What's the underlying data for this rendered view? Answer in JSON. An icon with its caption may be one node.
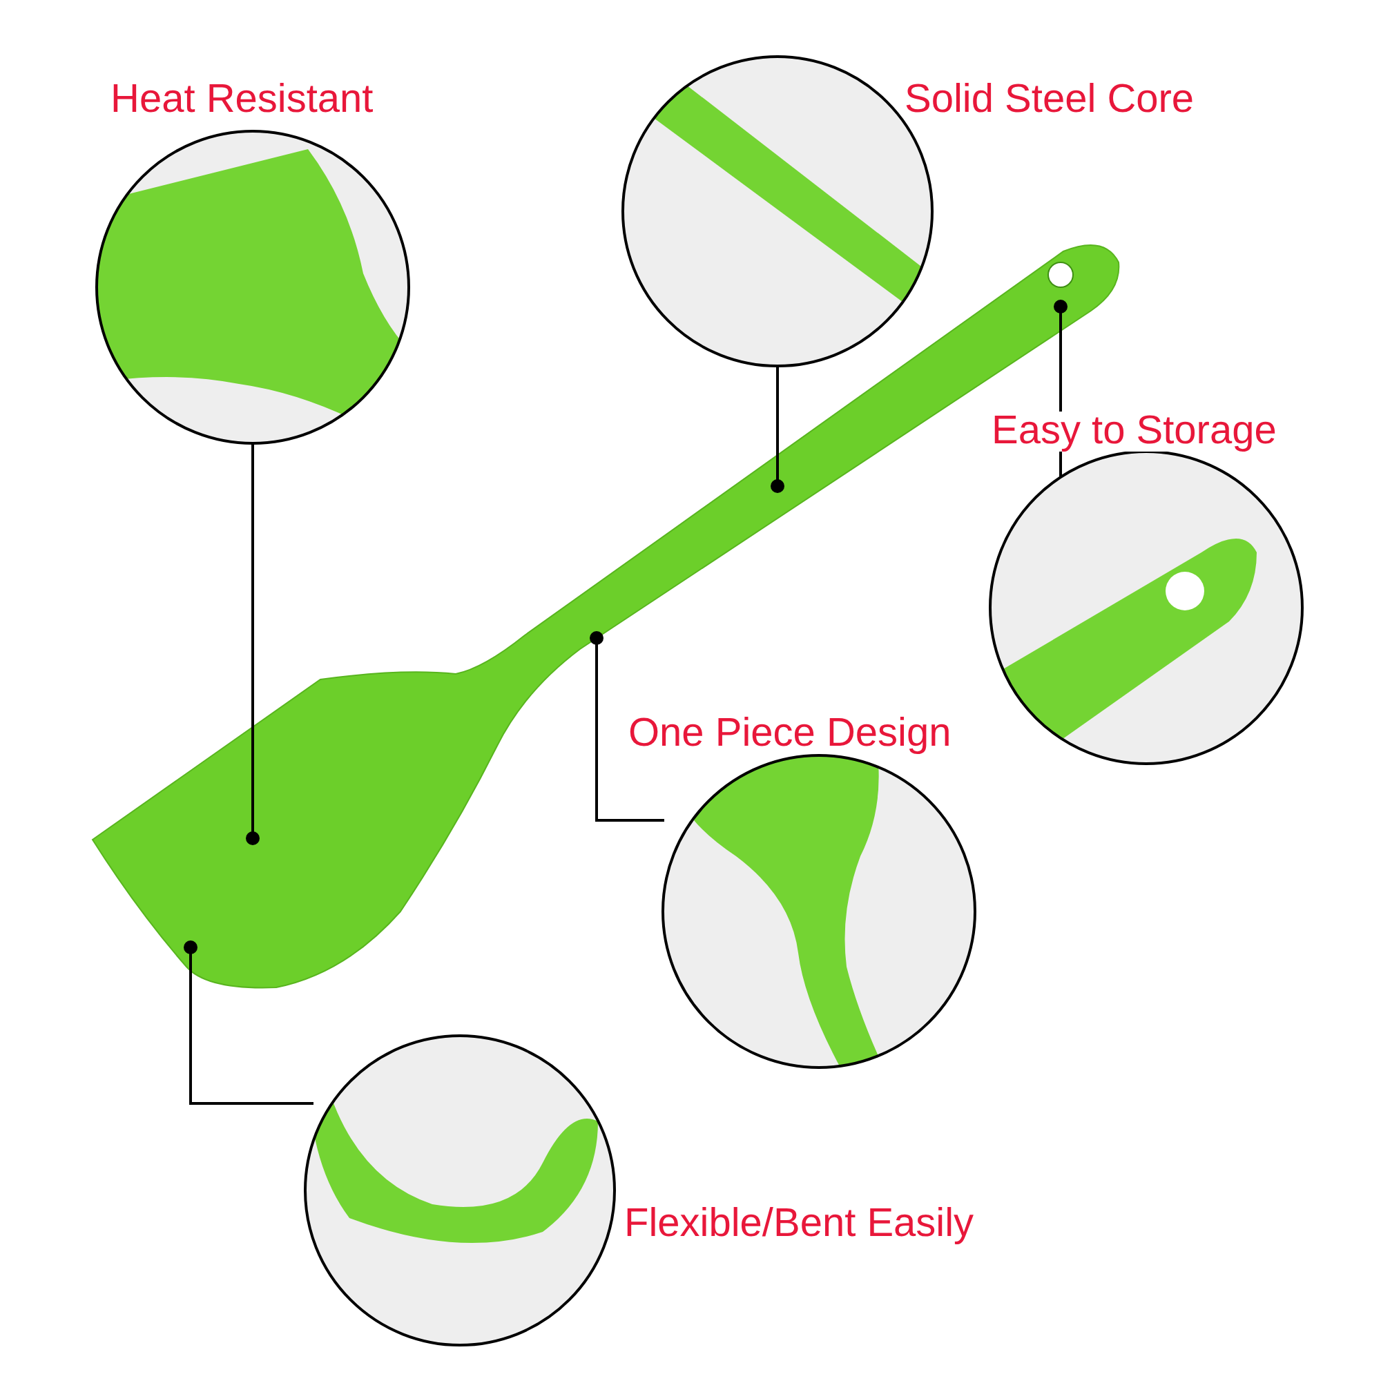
{
  "diagram": {
    "nodes": [
      {
        "text": [],
        "shape": "picture"
      },
      {
        "text": [
          "Heat Resistant"
        ]
      },
      {
        "text": [
          "Solid Steel Core"
        ]
      },
      {
        "text": [
          "Easy to Storage"
        ]
      },
      {
        "text": [
          "One Piece Design"
        ]
      },
      {
        "text": [
          "Flexible/Bent Easily"
        ]
      }
    ],
    "edges": [
      {
        "from": 1,
        "to": 0,
        "arrow": "other"
      },
      {
        "from": 2,
        "to": 0,
        "arrow": "other"
      },
      {
        "from": 3,
        "to": 0,
        "arrow": "other"
      },
      {
        "from": 4,
        "to": 0,
        "arrow": "other"
      },
      {
        "from": 5,
        "to": 0,
        "arrow": "other"
      }
    ]
  }
}
